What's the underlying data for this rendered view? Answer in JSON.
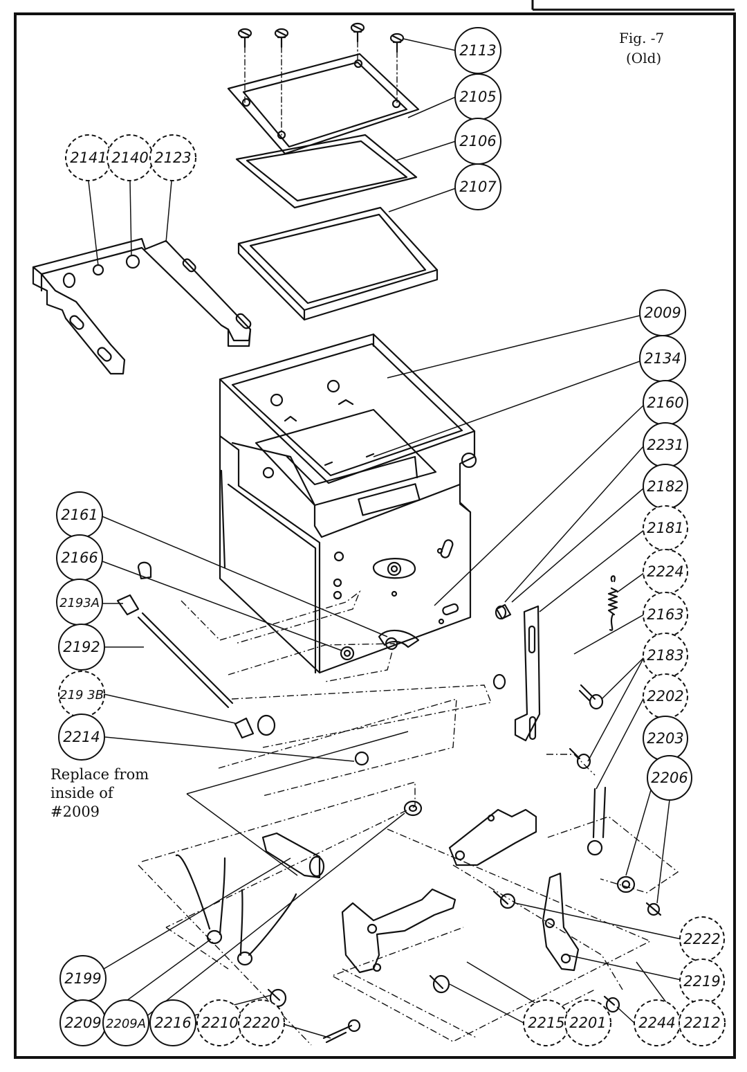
{
  "figure": {
    "title": "Fig. -7",
    "subtitle": "(Old)",
    "note": [
      "Replace from",
      "inside of",
      "#2009"
    ]
  },
  "callouts": [
    {
      "id": "2113",
      "style": "solid"
    },
    {
      "id": "2105",
      "style": "solid"
    },
    {
      "id": "2106",
      "style": "solid"
    },
    {
      "id": "2107",
      "style": "solid"
    },
    {
      "id": "2141",
      "style": "dashed"
    },
    {
      "id": "2140",
      "style": "dashed"
    },
    {
      "id": "2123",
      "style": "dashed"
    },
    {
      "id": "2009",
      "style": "solid"
    },
    {
      "id": "2134",
      "style": "solid"
    },
    {
      "id": "2160",
      "style": "solid"
    },
    {
      "id": "2231",
      "style": "solid"
    },
    {
      "id": "2182",
      "style": "solid"
    },
    {
      "id": "2181",
      "style": "dashed"
    },
    {
      "id": "2224",
      "style": "dashed"
    },
    {
      "id": "2163",
      "style": "dashed"
    },
    {
      "id": "2183",
      "style": "dashed"
    },
    {
      "id": "2202",
      "style": "dashed"
    },
    {
      "id": "2203",
      "style": "solid"
    },
    {
      "id": "2206",
      "style": "solid"
    },
    {
      "id": "2161",
      "style": "solid"
    },
    {
      "id": "2166",
      "style": "solid"
    },
    {
      "id": "2193A",
      "style": "solid"
    },
    {
      "id": "2192",
      "style": "solid"
    },
    {
      "id": "2193B",
      "style": "dashed"
    },
    {
      "id": "2214",
      "style": "solid"
    },
    {
      "id": "2222",
      "style": "dashed"
    },
    {
      "id": "2219",
      "style": "dashed"
    },
    {
      "id": "2199",
      "style": "solid"
    },
    {
      "id": "2209",
      "style": "solid"
    },
    {
      "id": "2209A",
      "style": "solid"
    },
    {
      "id": "2216",
      "style": "solid"
    },
    {
      "id": "2210",
      "style": "dashed"
    },
    {
      "id": "2220",
      "style": "dashed"
    },
    {
      "id": "2215",
      "style": "dashed"
    },
    {
      "id": "2201",
      "style": "dashed"
    },
    {
      "id": "2244",
      "style": "dashed"
    },
    {
      "id": "2212",
      "style": "dashed"
    }
  ],
  "callout_labels": {
    "2193B": "219 3B",
    "2220": "2220"
  },
  "colors": {
    "ink": "#111111",
    "paper": "#ffffff"
  }
}
